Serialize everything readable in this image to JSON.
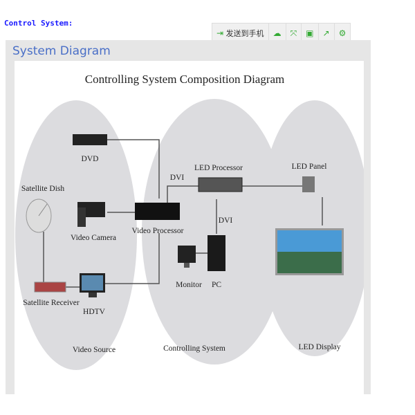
{
  "page_title": "Control System:",
  "toolbar": {
    "send_to_phone": "发送到手机"
  },
  "panel": {
    "title": "System Diagram"
  },
  "diagram": {
    "title": "Controlling System Composition Diagram",
    "labels": {
      "dvd": "DVD",
      "satellite_dish": "Satellite Dish",
      "video_camera": "Video Camera",
      "video_processor": "Video Processor",
      "dvi1": "DVI",
      "led_processor": "LED Processor",
      "led_panel": "LED Panel",
      "dvi2": "DVI",
      "monitor": "Monitor",
      "pc": "PC",
      "satellite_receiver": "Satellite Receiver",
      "hdtv": "HDTV"
    },
    "groups": {
      "video_source": "Video Source",
      "controlling_system": "Controlling System",
      "led_display": "LED Display"
    }
  }
}
